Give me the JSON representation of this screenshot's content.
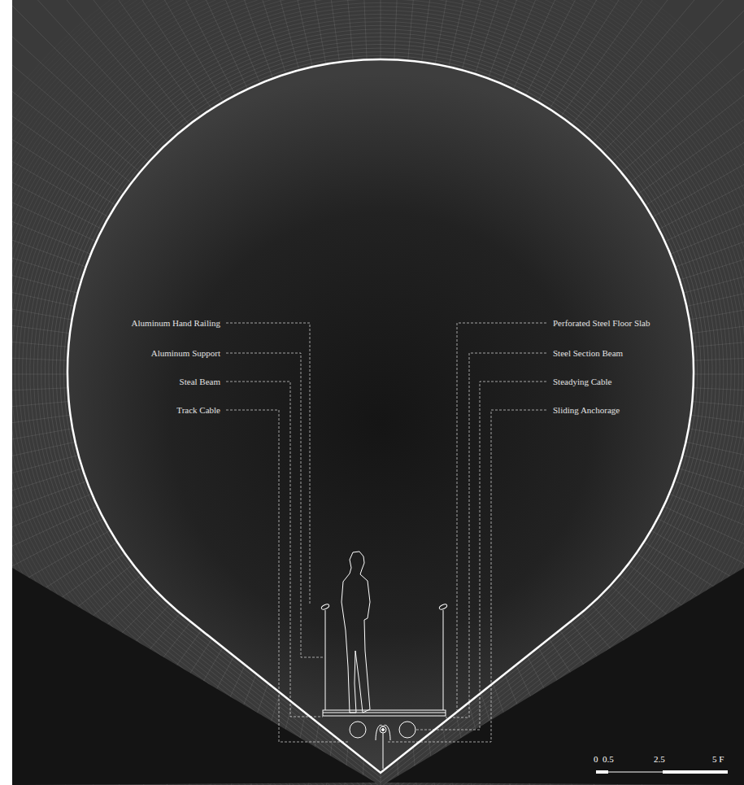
{
  "diagram": {
    "labels": [
      "Aluminum Hand Railing",
      "Aluminum Support",
      "Steal Beam",
      "Track Cable",
      "Perforated Steel Floor Slab",
      "Steel Section Beam",
      "Steadying Cable",
      "Sliding Anchorage",
      "0",
      "0.5",
      "2.5",
      "5 F"
    ]
  }
}
